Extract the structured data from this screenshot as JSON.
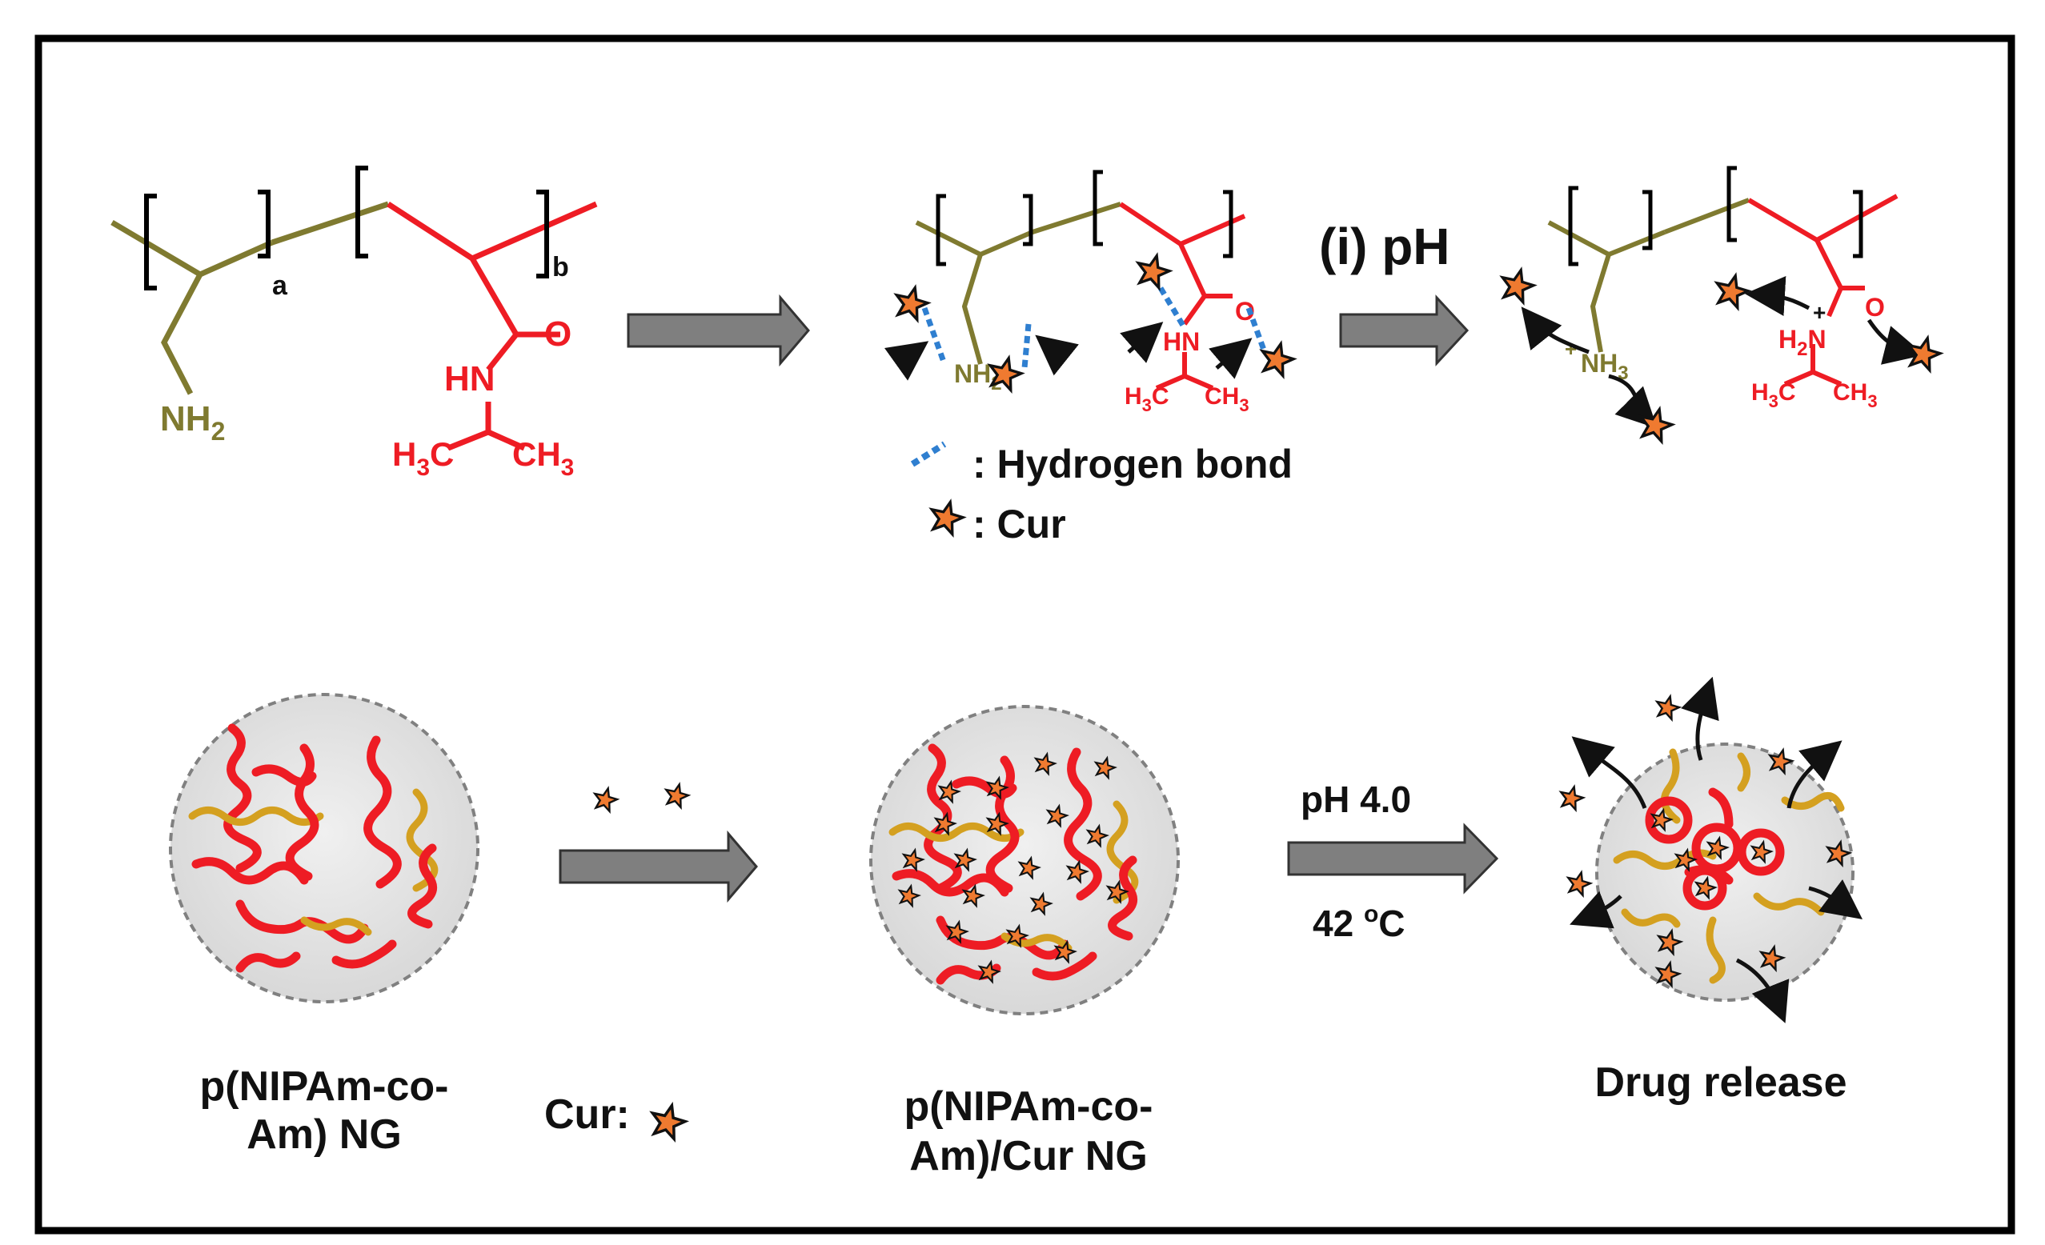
{
  "colors": {
    "amine_backbone": "#7f7a30",
    "nipam_backbone": "#ee1c24",
    "hydrogen_bond": "#2f7fd0",
    "cur_star": "#ef7a30",
    "arrow_fill": "#7f7f7f",
    "sphere_fill": "#e2e2e2",
    "crosslink_chain": "#d4a020",
    "frame": "#000000"
  },
  "structure": {
    "amine_group": "NH",
    "amine_subscript": "2",
    "subscript_a": "a",
    "subscript_b": "b",
    "carbonyl_o": "O",
    "amide_nh": "HN",
    "methyl_h3c_main": "H",
    "methyl_h3c_sub": "3",
    "methyl_h3c_end": "C",
    "methyl_ch3_main": "CH",
    "methyl_ch3_sub": "3"
  },
  "loaded_structure": {
    "amine_group": "NH",
    "amine_subscript": "2",
    "carbonyl_o": "O",
    "amide_nh": "HN",
    "methyl_h": "H",
    "methyl_3": "3",
    "methyl_c": "C",
    "methyl_ch": "CH"
  },
  "legend": {
    "hbond_label": ": Hydrogen bond",
    "cur_label": ": Cur"
  },
  "protonated_structure": {
    "step_label": "(i) pH",
    "ammonium": "NH",
    "ammonium_sub": "3",
    "plus": "+",
    "amide_h": "H",
    "amide_sub": "2",
    "amide_n": "N",
    "plus_amide": "+",
    "carbonyl_o": "O",
    "methyl_h": "H",
    "methyl_3": "3",
    "methyl_c": "C",
    "methyl_ch": "CH"
  },
  "bottom": {
    "ng_label_line1": "p(NIPAm-co-",
    "ng_label_line2": "Am) NG",
    "cur_key": "Cur:",
    "loaded_label_line1": "p(NIPAm-co-",
    "loaded_label_line2": "Am)/Cur NG",
    "condition_ph": "pH 4.0",
    "condition_temp_num": "42 ",
    "condition_temp_deg": "o",
    "condition_temp_unit": "C",
    "release_label": "Drug release"
  }
}
